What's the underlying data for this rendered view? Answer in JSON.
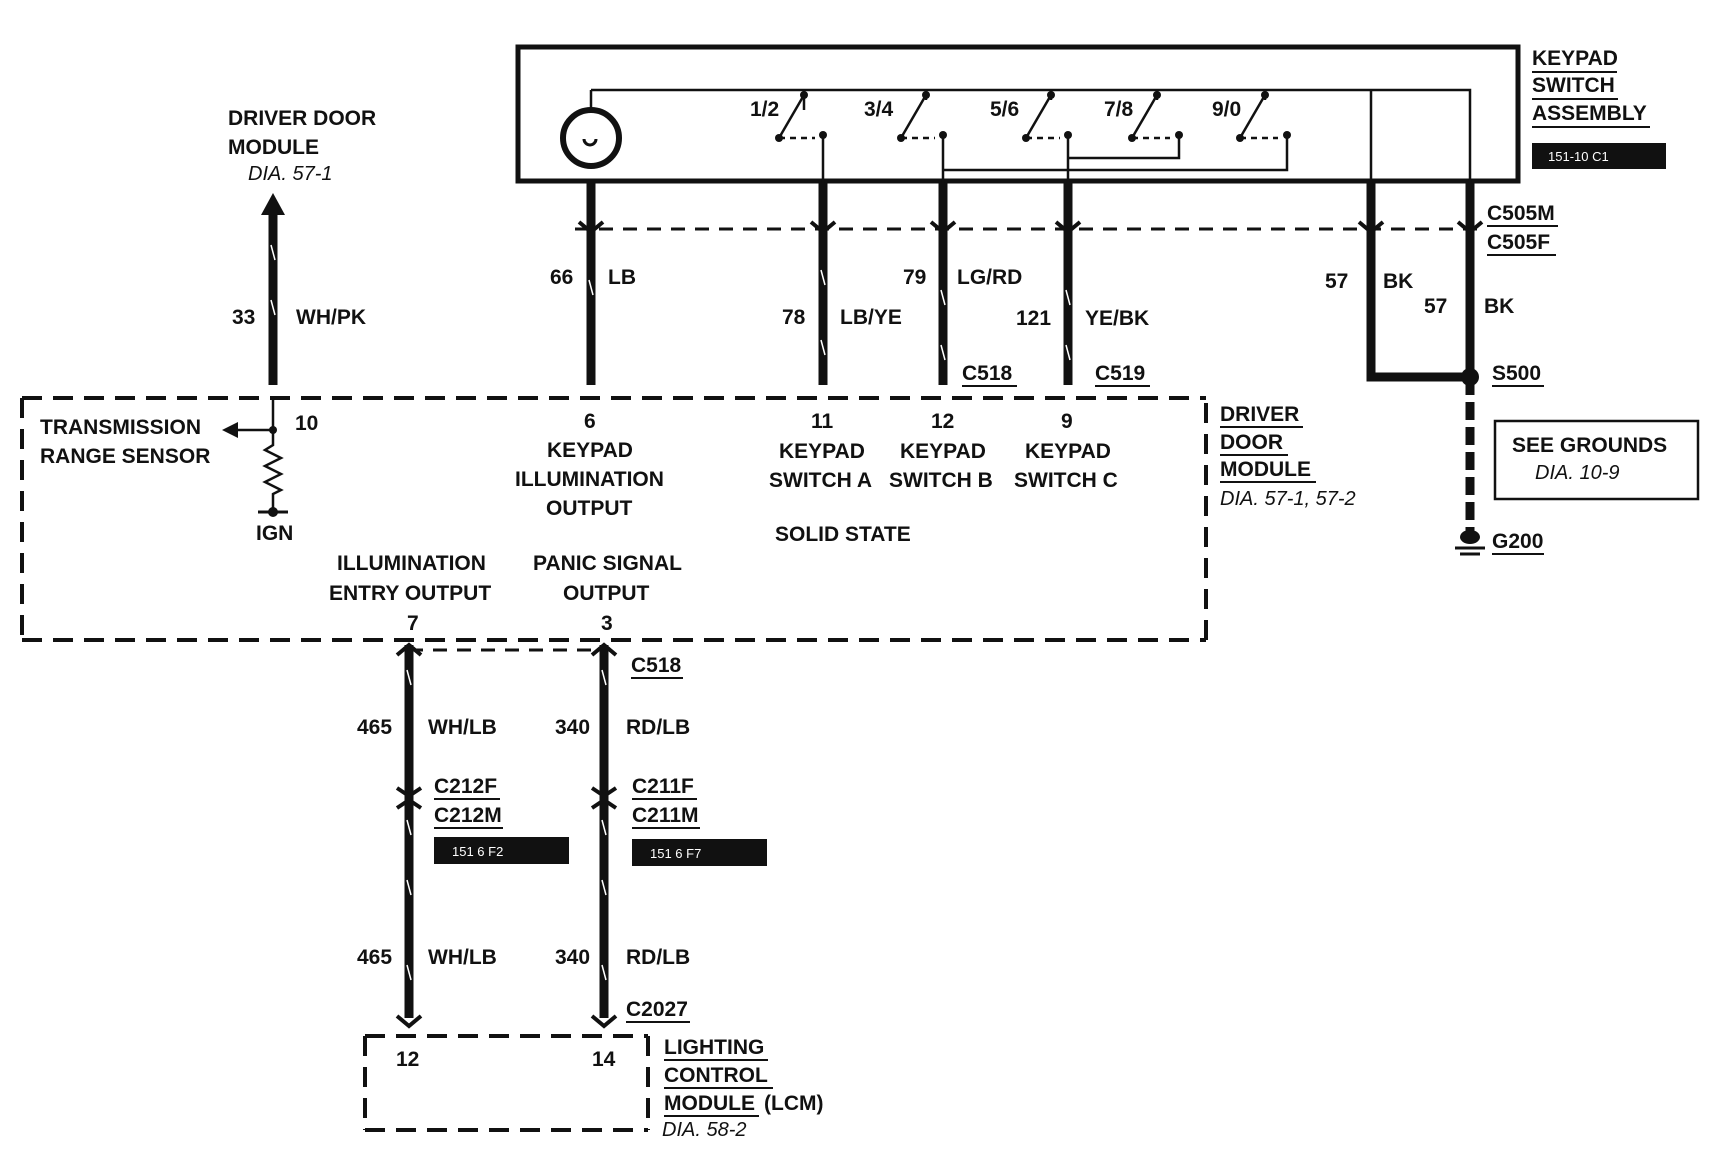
{
  "keypad_assembly": {
    "title_1": "KEYPAD",
    "title_2": "SWITCH",
    "title_3": "ASSEMBLY",
    "connector_tag": "151-10 C1",
    "switches": [
      "1/2",
      "3/4",
      "5/6",
      "7/8",
      "9/0"
    ]
  },
  "ddm_top": {
    "line1": "DRIVER DOOR",
    "line2": "MODULE",
    "ref": "DIA. 57-1"
  },
  "wires": {
    "w33": {
      "num": "33",
      "color": "WH/PK"
    },
    "w66": {
      "num": "66",
      "color": "LB"
    },
    "w78": {
      "num": "78",
      "color": "LB/YE"
    },
    "w79": {
      "num": "79",
      "color": "LG/RD"
    },
    "w121": {
      "num": "121",
      "color": "YE/BK"
    },
    "w57a": {
      "num": "57",
      "color": "BK"
    },
    "w57b": {
      "num": "57",
      "color": "BK"
    },
    "w465a": {
      "num": "465",
      "color": "WH/LB"
    },
    "w340a": {
      "num": "340",
      "color": "RD/LB"
    },
    "w465b": {
      "num": "465",
      "color": "WH/LB"
    },
    "w340b": {
      "num": "340",
      "color": "RD/LB"
    }
  },
  "connectors": {
    "c505m": "C505M",
    "c505f": "C505F",
    "c518_top": "C518",
    "c519": "C519",
    "s500": "S500",
    "g200": "G200",
    "c518_bottom": "C518",
    "c212f": "C212F",
    "c212m": "C212M",
    "c211f": "C211F",
    "c211m": "C211M",
    "c2027": "C2027",
    "tag_c212": "151 6 F2",
    "tag_c211": "151 6 F7"
  },
  "see_grounds": {
    "line1": "SEE GROUNDS",
    "ref": "DIA. 10-9"
  },
  "ddm": {
    "line1": "DRIVER",
    "line2": "DOOR",
    "line3": "MODULE",
    "ref": "DIA. 57-1, 57-2",
    "solid_state": "SOLID STATE",
    "trs_line1": "TRANSMISSION",
    "trs_line2": "RANGE SENSOR",
    "ign": "IGN",
    "pins": {
      "p10": "10",
      "p6": "6",
      "p6_l1": "KEYPAD",
      "p6_l2": "ILLUMINATION",
      "p6_l3": "OUTPUT",
      "p11": "11",
      "p11_l1": "KEYPAD",
      "p11_l2": "SWITCH A",
      "p12": "12",
      "p12_l1": "KEYPAD",
      "p12_l2": "SWITCH B",
      "p9": "9",
      "p9_l1": "KEYPAD",
      "p9_l2": "SWITCH C",
      "p7": "7",
      "p7_l1": "ILLUMINATION",
      "p7_l2": "ENTRY OUTPUT",
      "p3": "3",
      "p3_l1": "PANIC SIGNAL",
      "p3_l2": "OUTPUT"
    }
  },
  "lcm": {
    "line1": "LIGHTING",
    "line2": "CONTROL",
    "line3": "MODULE",
    "suffix": "(LCM)",
    "ref": "DIA. 58-2",
    "pin12": "12",
    "pin14": "14"
  }
}
